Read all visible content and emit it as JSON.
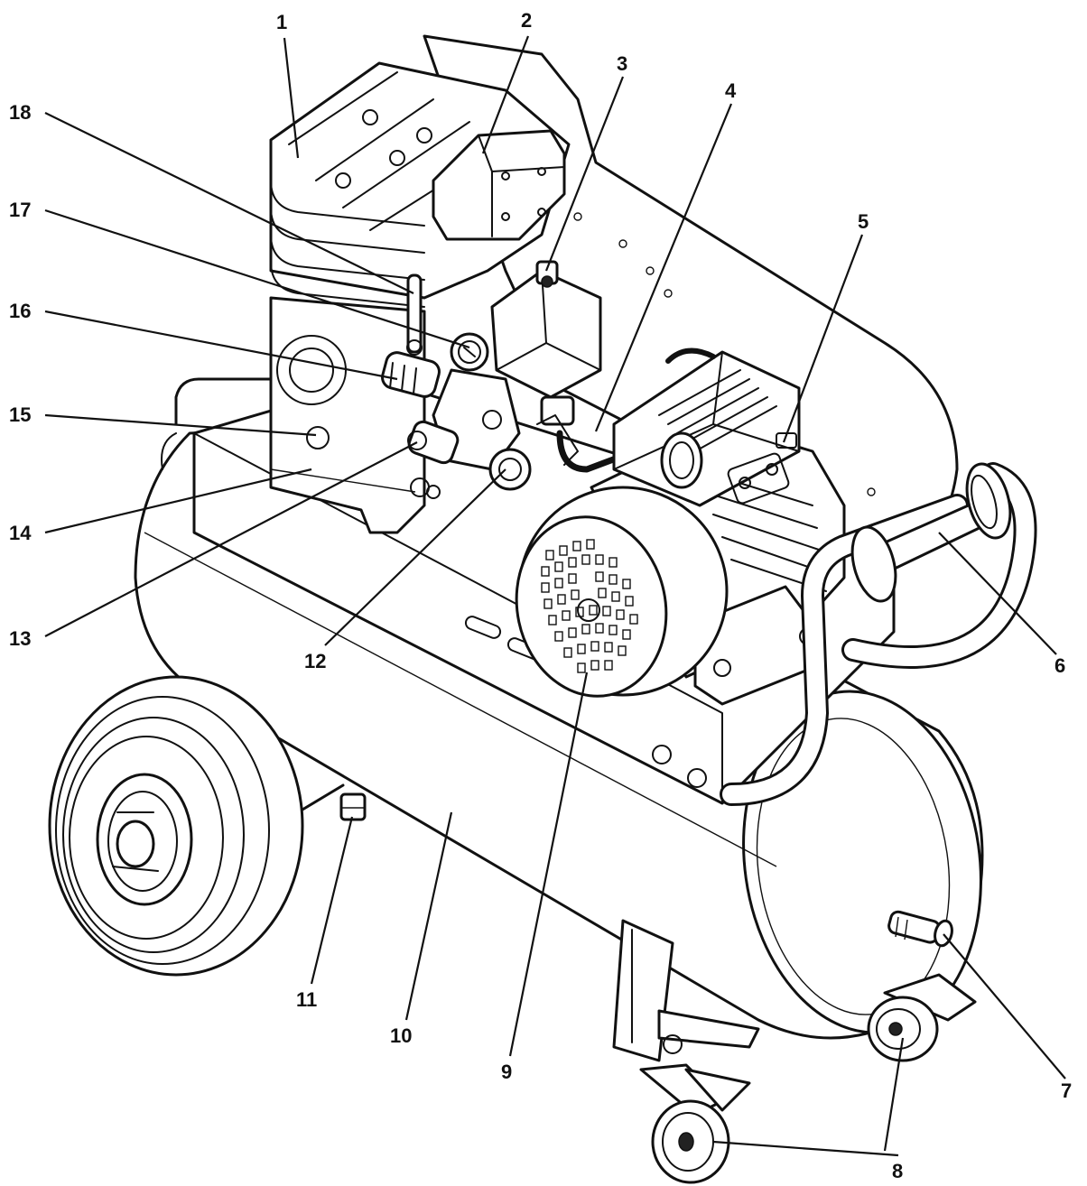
{
  "callouts": [
    {
      "id": "1",
      "label": "1"
    },
    {
      "id": "2",
      "label": "2"
    },
    {
      "id": "3",
      "label": "3"
    },
    {
      "id": "4",
      "label": "4"
    },
    {
      "id": "5",
      "label": "5"
    },
    {
      "id": "6",
      "label": "6"
    },
    {
      "id": "7",
      "label": "7"
    },
    {
      "id": "8",
      "label": "8"
    },
    {
      "id": "9",
      "label": "9"
    },
    {
      "id": "10",
      "label": "10"
    },
    {
      "id": "11",
      "label": "11"
    },
    {
      "id": "12",
      "label": "12"
    },
    {
      "id": "13",
      "label": "13"
    },
    {
      "id": "14",
      "label": "14"
    },
    {
      "id": "15",
      "label": "15"
    },
    {
      "id": "16",
      "label": "16"
    },
    {
      "id": "17",
      "label": "17"
    },
    {
      "id": "18",
      "label": "18"
    }
  ],
  "colors": {
    "line": "#111111",
    "fill": "#ffffff",
    "dark": "#222222"
  }
}
